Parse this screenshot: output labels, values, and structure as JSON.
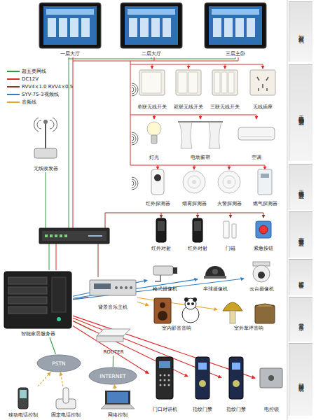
{
  "diagram": {
    "nodes": [
      {
        "text": [
          "一层大厅"
        ]
      },
      {
        "text": [
          "二层大厅"
        ]
      },
      {
        "text": [
          "三层主卧"
        ]
      },
      {
        "text": [
          "智能分机"
        ]
      },
      {
        "text": [
          "单联无线开关"
        ]
      },
      {
        "text": [
          "双联无线开关"
        ]
      },
      {
        "text": [
          "三联无线开关"
        ]
      },
      {
        "text": [
          "无线插座"
        ]
      },
      {
        "text": [
          "无线电器控制装置"
        ]
      },
      {
        "text": [
          "灯光"
        ]
      },
      {
        "text": [
          "电动窗帘"
        ]
      },
      {
        "text": [
          "空调"
        ]
      },
      {
        "text": [
          "无线收发器"
        ]
      },
      {
        "text": [
          "红外探测器"
        ]
      },
      {
        "text": [
          "烟雾探测器"
        ]
      },
      {
        "text": [
          "火警探测器"
        ]
      },
      {
        "text": [
          "燃气探测器"
        ]
      },
      {
        "text": [
          "无线报警装置"
        ]
      },
      {
        "text": [
          "红外对射"
        ]
      },
      {
        "text": [
          "红外对射"
        ]
      },
      {
        "text": [
          "门磁"
        ]
      },
      {
        "text": [
          "紧急按钮"
        ]
      },
      {
        "text": [
          "有线报警装置"
        ]
      },
      {
        "text": [
          "枪式摄像机"
        ]
      },
      {
        "text": [
          "半球摄像机"
        ]
      },
      {
        "text": [
          "云台摄像机"
        ]
      },
      {
        "text": [
          "监控设备"
        ]
      },
      {
        "text": [
          "背景音乐主机"
        ]
      },
      {
        "text": [
          "智能家居服务器"
        ]
      },
      {
        "text": [
          "室内影音音响"
        ]
      },
      {
        "text": [
          "室外草坪音响"
        ]
      },
      {
        "text": [
          "背景音乐"
        ]
      },
      {
        "text": [
          "ROUTER"
        ]
      },
      {
        "text": [
          "PSTN"
        ]
      },
      {
        "text": [
          "INTERNET"
        ]
      },
      {
        "text": [
          "门口对讲机"
        ]
      },
      {
        "text": [
          "指纹门禁"
        ]
      },
      {
        "text": [
          "指纹门禁"
        ]
      },
      {
        "text": [
          "电控锁"
        ]
      },
      {
        "text": [
          "门禁对讲系统"
        ]
      },
      {
        "text": [
          "移动电话控制"
        ]
      },
      {
        "text": [
          "固定电话控制"
        ]
      },
      {
        "text": [
          "网络控制"
        ]
      }
    ],
    "edges": [
      {
        "from": 28,
        "to": 27,
        "arrow": "none"
      },
      {
        "from": 27,
        "to": 29,
        "arrow": "to"
      },
      {
        "from": 27,
        "to": 30,
        "arrow": "to"
      },
      {
        "from": 32,
        "to": 28,
        "arrow": "none"
      },
      {
        "from": 34,
        "to": 32,
        "arrow": "none"
      },
      {
        "from": 33,
        "to": 28,
        "arrow": "none"
      },
      {
        "from": 40,
        "to": 33,
        "arrow": "to"
      },
      {
        "from": 41,
        "to": 33,
        "arrow": "to"
      },
      {
        "from": 42,
        "to": 34,
        "arrow": "to"
      },
      {
        "from": 28,
        "to": 23,
        "arrow": "to"
      },
      {
        "from": 28,
        "to": 24,
        "arrow": "to"
      },
      {
        "from": 28,
        "to": 25,
        "arrow": "to"
      },
      {
        "from": 28,
        "to": 35,
        "arrow": "to"
      },
      {
        "from": 28,
        "to": 36,
        "arrow": "to"
      },
      {
        "from": 28,
        "to": 37,
        "arrow": "to"
      },
      {
        "from": 28,
        "to": 38,
        "arrow": "to"
      }
    ],
    "legend": [
      {
        "text": "超五类网线",
        "color": "#2e9b3a"
      },
      {
        "text": "DC12V",
        "color": "#e02a2a"
      },
      {
        "text": "RVV4×1.0 RVV4×0.5",
        "color": "#8a3a2a"
      },
      {
        "text": "SYV-75-3视频线",
        "color": "#2f7fc0"
      },
      {
        "text": "音频线",
        "color": "#e8a32a"
      }
    ]
  }
}
